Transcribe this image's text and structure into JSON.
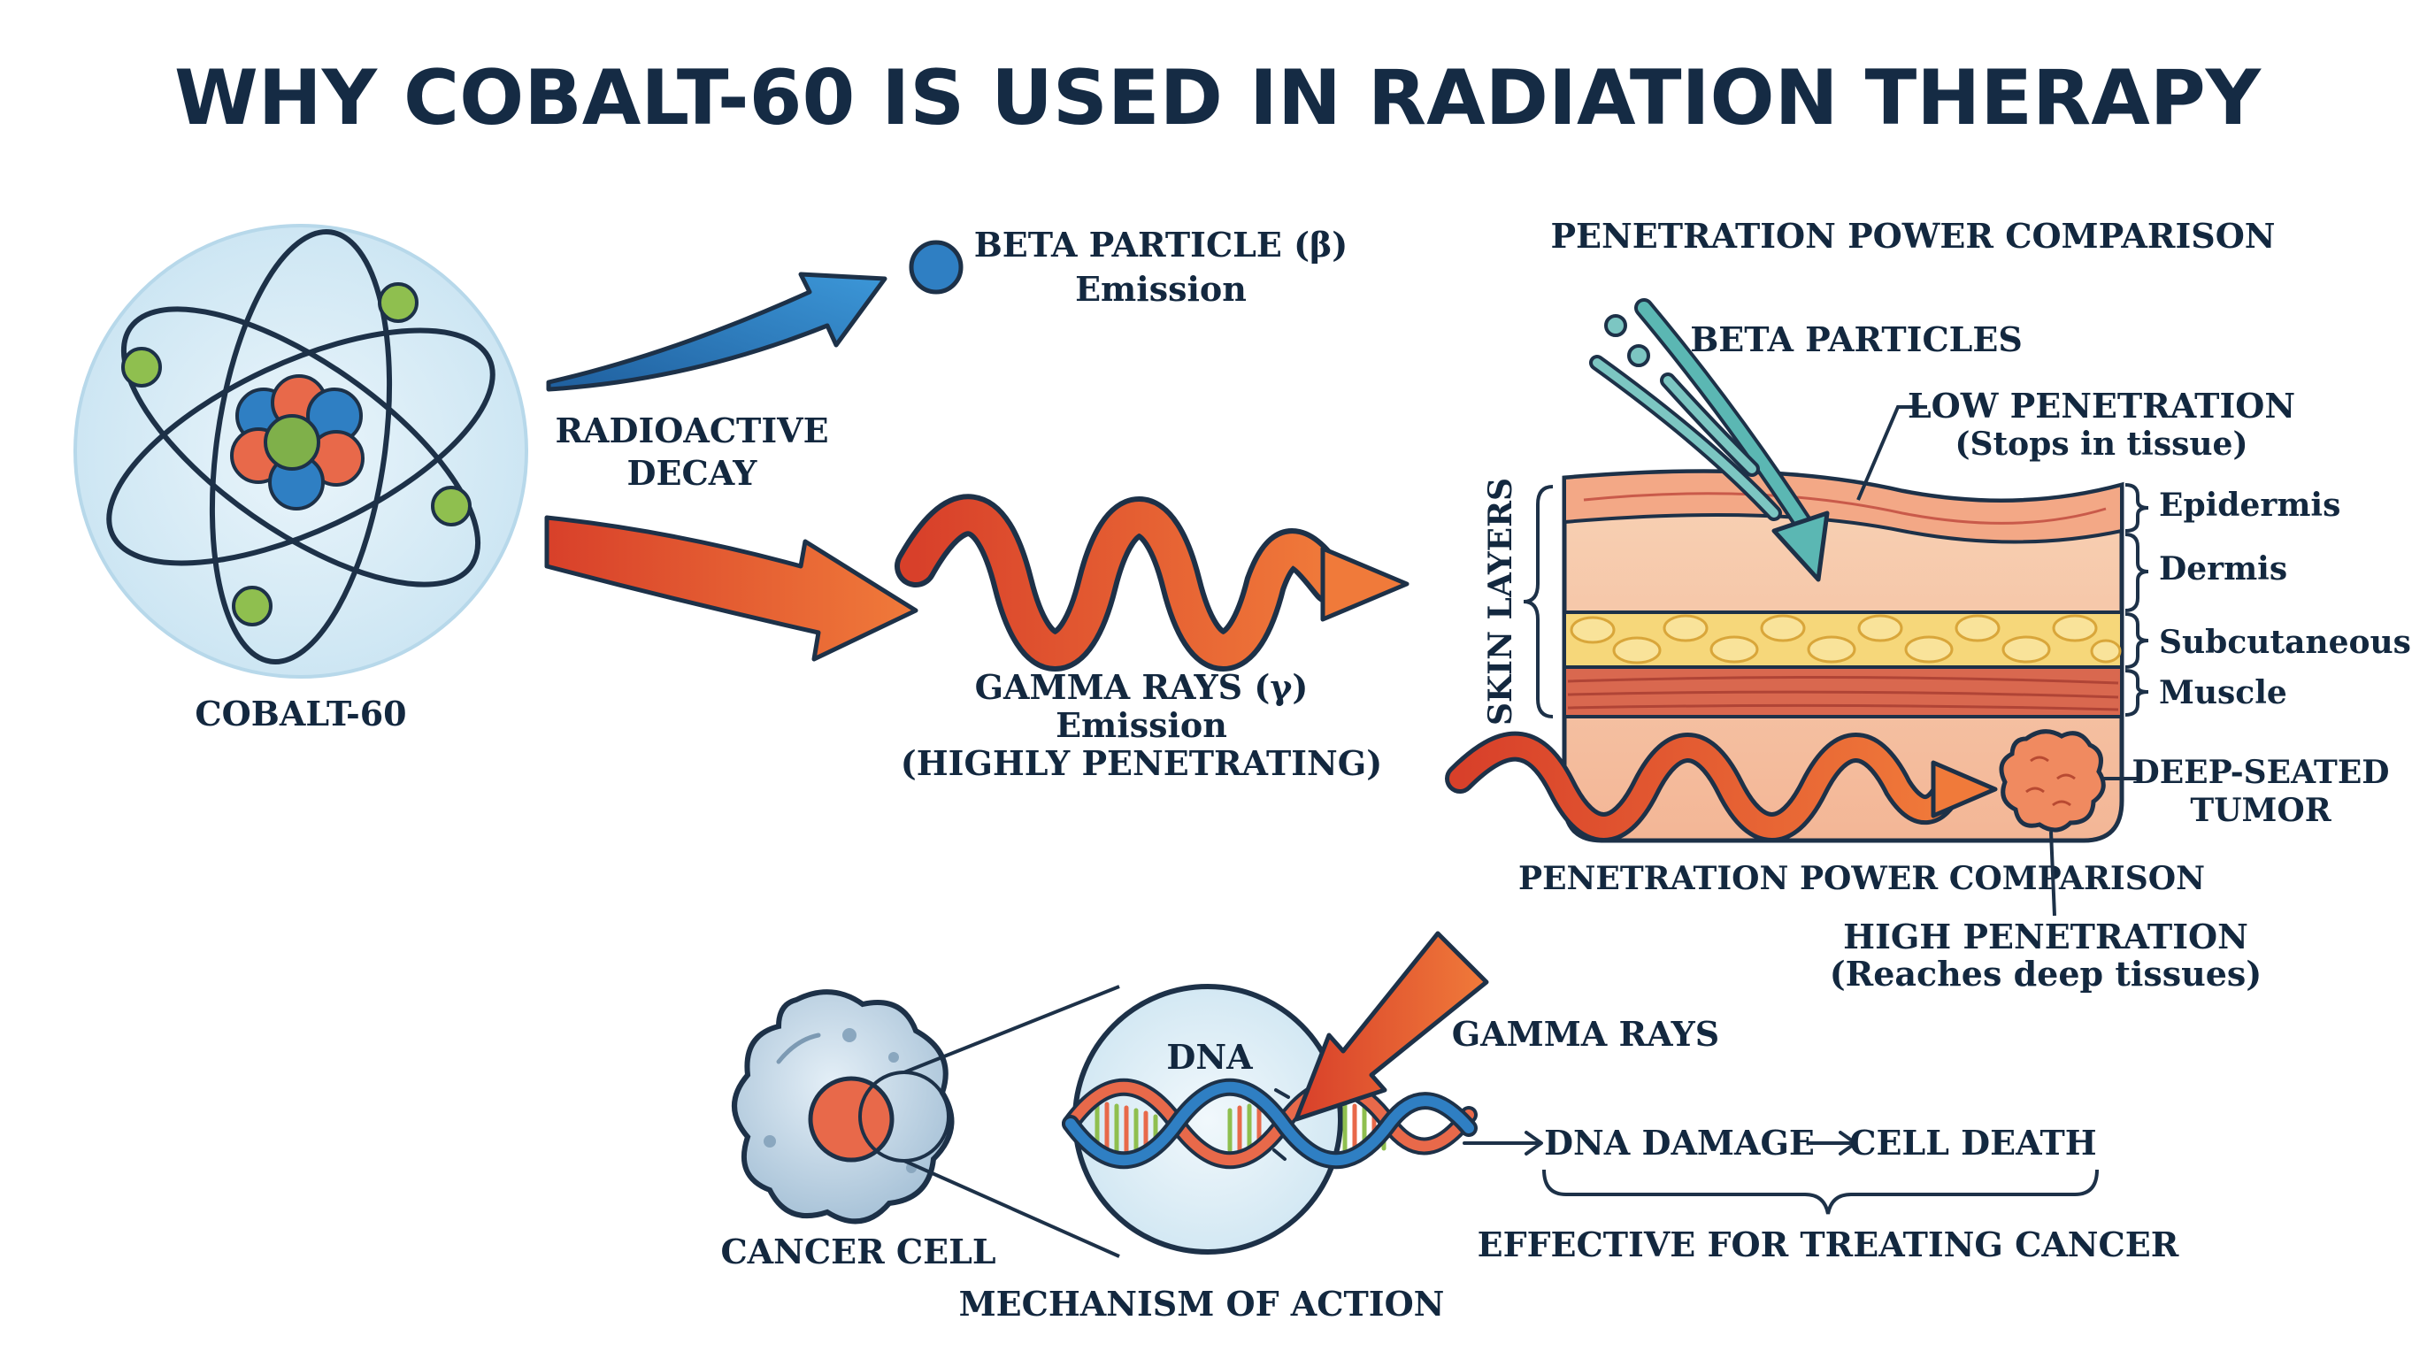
{
  "title": "WHY COBALT-60 IS USED IN RADIATION THERAPY",
  "atom": {
    "label": "COBALT-60"
  },
  "decay": {
    "line1": "RADIOACTIVE",
    "line2": "DECAY"
  },
  "beta_emission": {
    "line1": "BETA PARTICLE (β)",
    "line2": "Emission"
  },
  "gamma_emission": {
    "line1": "GAMMA RAYS (γ)",
    "line2": "Emission",
    "line3": "(HIGHLY PENETRATING)"
  },
  "penetration": {
    "heading": "PENETRATION POWER COMPARISON",
    "beta_label": "BETA PARTICLES",
    "low_line1": "LOW PENETRATION",
    "low_line2": "(Stops in tissue)",
    "skin_layers_label": "SKIN LAYERS",
    "layers": [
      "Epidermis",
      "Dermis",
      "Subcutaneous",
      "Muscle"
    ],
    "tumor_line1": "DEEP-SEATED",
    "tumor_line2": "TUMOR",
    "caption": "PENETRATION POWER COMPARISON",
    "high_line1": "HIGH PENETRATION",
    "high_line2": "(Reaches deep tissues)"
  },
  "mechanism": {
    "cancer_cell_label": "CANCER CELL",
    "dna_label": "DNA",
    "gamma_label": "GAMMA RAYS",
    "damage": "DNA DAMAGE",
    "death": "CELL DEATH",
    "effective": "EFFECTIVE FOR TREATING CANCER",
    "caption": "MECHANISM OF ACTION"
  },
  "colors": {
    "ink": "#1d3148",
    "beta_blue": "#2f7fc3",
    "gamma_red": "#e2502a",
    "teal": "#4fb0ad",
    "skin": "#f4b99a",
    "fat": "#f6d77a"
  }
}
